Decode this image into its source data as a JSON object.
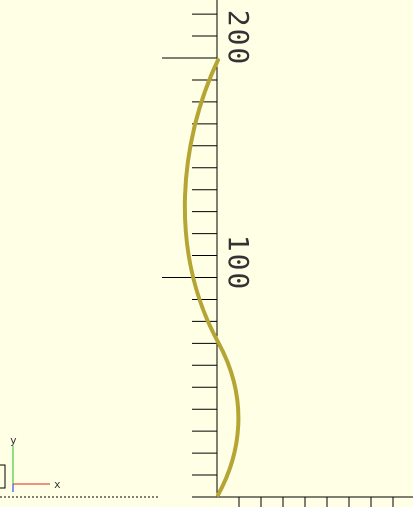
{
  "viewport": {
    "background": "#ffffe5",
    "ruler_color": "#000000",
    "curve_color": "#b5a535",
    "ruler_labels": [
      "200",
      "100"
    ],
    "axes": {
      "x_label": "x",
      "y_label": "y",
      "x_color": "#e02020",
      "y_color": "#20c020",
      "z_color": "#2020e0"
    }
  }
}
